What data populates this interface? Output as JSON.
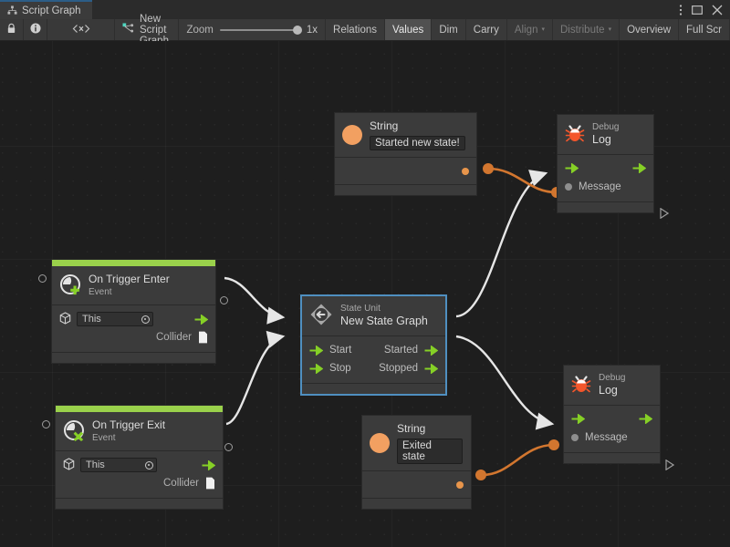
{
  "window": {
    "tab_label": "Script Graph",
    "tab_icon": "graph-hierarchy-icon",
    "controls": {
      "more": "⋮",
      "maximize": "❐",
      "close": "✕"
    }
  },
  "toolbar": {
    "lock_icon": "lock-icon",
    "info_icon": "info-icon",
    "code_icon": "code-brackets-icon",
    "graph_icon": "script-graph-icon",
    "graph_name": "New Script Graph",
    "zoom_label": "Zoom",
    "zoom_value": "1x",
    "zoom_percent": 100,
    "buttons": [
      {
        "label": "Relations",
        "state": "normal"
      },
      {
        "label": "Values",
        "state": "active"
      },
      {
        "label": "Dim",
        "state": "normal"
      },
      {
        "label": "Carry",
        "state": "normal"
      },
      {
        "label": "Align",
        "state": "disabled",
        "caret": "▾"
      },
      {
        "label": "Distribute",
        "state": "disabled",
        "caret": "▾"
      },
      {
        "label": "Overview",
        "state": "normal"
      },
      {
        "label": "Full Scr",
        "state": "normal"
      }
    ]
  },
  "graph": {
    "accent_green": "#9ad14b",
    "value_orange": "#d2762f",
    "flow_white": "#e6e6e6",
    "selection_blue": "#4f8fc0",
    "nodes": {
      "string_top": {
        "type": "String",
        "title": "String",
        "icon": "string-orange-dot-icon",
        "value": "Started new state!",
        "output_port": "value-output"
      },
      "string_bottom": {
        "type": "String",
        "title": "String",
        "icon": "string-orange-dot-icon",
        "value": "Exited state",
        "output_port": "value-output"
      },
      "debug_log_top": {
        "subtitle": "Debug",
        "title": "Log",
        "icon": "bug-icon",
        "input_flow": "flow-in",
        "output_flow": "flow-out",
        "message_label": "Message"
      },
      "debug_log_bottom": {
        "subtitle": "Debug",
        "title": "Log",
        "icon": "bug-icon",
        "input_flow": "flow-in",
        "output_flow": "flow-out",
        "message_label": "Message"
      },
      "on_trigger_enter": {
        "title": "On Trigger Enter",
        "subtitle": "Event",
        "icon": "event-plus-icon",
        "target_field": "This",
        "target_icon": "gameobject-cube-icon",
        "collider_label": "Collider",
        "collider_icon": "collider-doc-icon"
      },
      "on_trigger_exit": {
        "title": "On Trigger Exit",
        "subtitle": "Event",
        "icon": "event-cross-icon",
        "target_field": "This",
        "target_icon": "gameobject-cube-icon",
        "collider_label": "Collider",
        "collider_icon": "collider-doc-icon"
      },
      "state_unit": {
        "subtitle": "State Unit",
        "title": "New  State  Graph",
        "icon": "state-unit-diamond-icon",
        "selected": true,
        "inputs": [
          "Start",
          "Stop"
        ],
        "outputs": [
          "Started",
          "Stopped"
        ]
      }
    },
    "connections": [
      {
        "from": "on_trigger_enter.flow-out",
        "to": "state_unit.Start",
        "kind": "flow"
      },
      {
        "from": "on_trigger_exit.flow-out",
        "to": "state_unit.Stop",
        "kind": "flow"
      },
      {
        "from": "state_unit.Started",
        "to": "debug_log_top.flow-in",
        "kind": "flow"
      },
      {
        "from": "state_unit.Stopped",
        "to": "debug_log_bottom.flow-in",
        "kind": "flow"
      },
      {
        "from": "string_top.value-output",
        "to": "debug_log_top.Message",
        "kind": "value"
      },
      {
        "from": "string_bottom.value-output",
        "to": "debug_log_bottom.Message",
        "kind": "value"
      }
    ]
  }
}
